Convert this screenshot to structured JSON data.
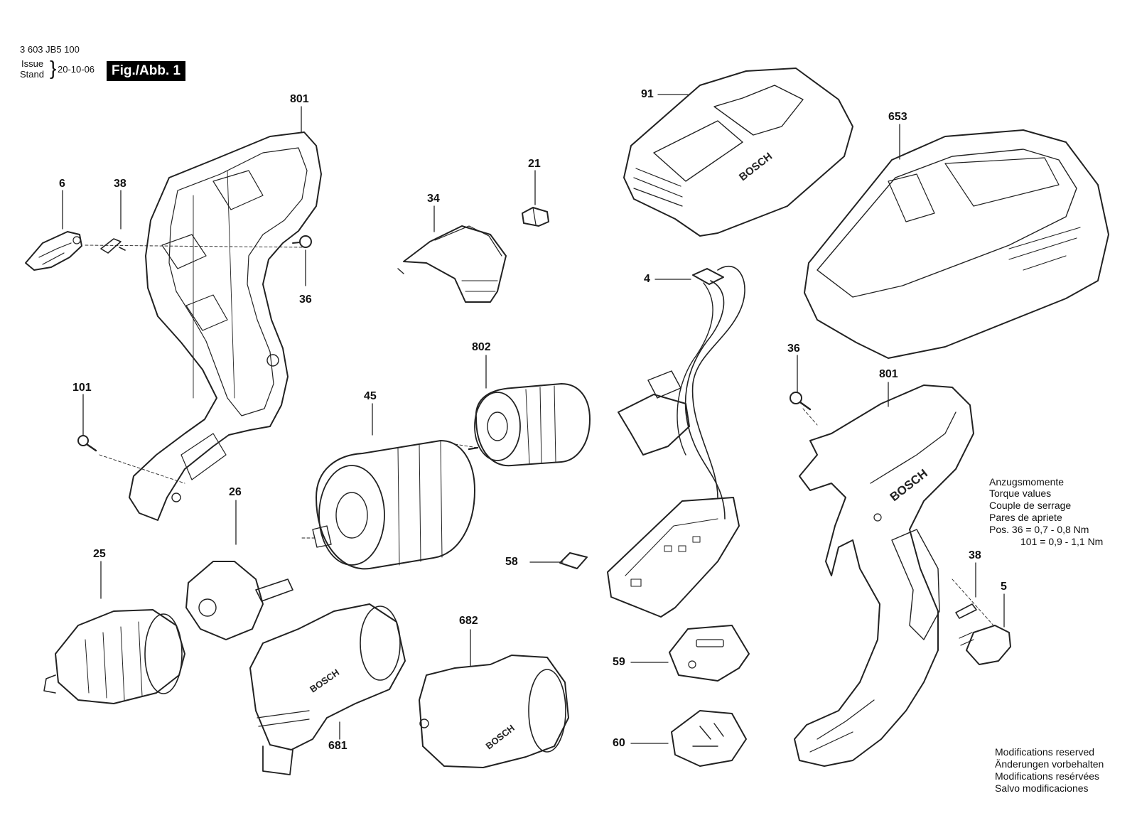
{
  "header": {
    "doc_number": "3 603 JB5 100",
    "issue_label": "Issue",
    "stand_label": "Stand",
    "date": "20-10-06",
    "figure_label": "Fig./Abb. 1"
  },
  "callouts": {
    "p801a": "801",
    "p6": "6",
    "p38a": "38",
    "p36a": "36",
    "p101": "101",
    "p34": "34",
    "p21": "21",
    "p91": "91",
    "p653": "653",
    "p4": "4",
    "p802": "802",
    "p45": "45",
    "p26": "26",
    "p25": "25",
    "p58": "58",
    "p682": "682",
    "p681": "681",
    "p59": "59",
    "p60": "60",
    "p36b": "36",
    "p801b": "801",
    "p38b": "38",
    "p5": "5"
  },
  "torque": {
    "line1": "Anzugsmomente",
    "line2": "Torque values",
    "line3": "Couple de serrage",
    "line4": "Pares de apriete",
    "line5": "Pos.  36  = 0,7 - 0,8 Nm",
    "line6": "101 = 0,9 - 1,1 Nm"
  },
  "modifications": {
    "line1": "Modifications reserved",
    "line2": "Änderungen vorbehalten",
    "line3": "Modifications resérvées",
    "line4": "Salvo modificaciones"
  },
  "brand": "BOSCH"
}
